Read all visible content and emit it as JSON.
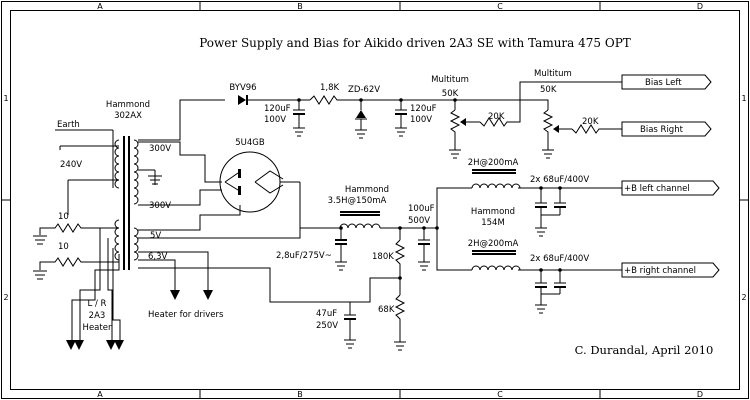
{
  "title": "Power Supply and Bias for Aikido driven 2A3 SE with Tamura 475 OPT",
  "signature": "C. Durandal, April 2010",
  "border": {
    "cols": [
      "A",
      "B",
      "C",
      "D"
    ],
    "rows": [
      "1",
      "2"
    ]
  },
  "labels": {
    "hammond_302ax_1": "Hammond",
    "hammond_302ax_2": "302AX",
    "earth": "Earth",
    "v240": "240V",
    "v300_top": "300V",
    "v300_bot": "300V",
    "tube": "5U4GB",
    "v5": "5V",
    "v63": "6,3V",
    "r10_a": "10",
    "r10_b": "10",
    "lr_1": "L / R",
    "lr_2": "2A3",
    "lr_3": "Heater",
    "heater_drivers": "Heater for drivers",
    "diode": "BYV96",
    "cap120_a1": "120uF",
    "cap120_a2": "100V",
    "r18k": "1,8K",
    "zener": "ZD-62V",
    "cap120_b1": "120uF",
    "cap120_b2": "100V",
    "multitum1_a": "Multitum",
    "multitum1_b": "50K",
    "multitum2_a": "Multitum",
    "multitum2_b": "50K",
    "r20k_a": "20K",
    "r20k_b": "20K",
    "bias_left": "Bias Left",
    "bias_right": "Bias Right",
    "choke1_a": "Hammond",
    "choke1_b": "3.5H@150mA",
    "cap28": "2,8uF/275V~",
    "cap100_a": "100uF",
    "cap100_b": "500V",
    "r180k": "180K",
    "r68k": "68K",
    "cap47_a": "47uF",
    "cap47_b": "250V",
    "choke_l": "2H@200mA",
    "choke_r": "2H@200mA",
    "hammond154_a": "Hammond",
    "hammond154_b": "154M",
    "cap68_l": "2x 68uF/400V",
    "cap68_r": "2x 68uF/400V",
    "b_left": "+B left channel",
    "b_right": "+B right channel"
  }
}
